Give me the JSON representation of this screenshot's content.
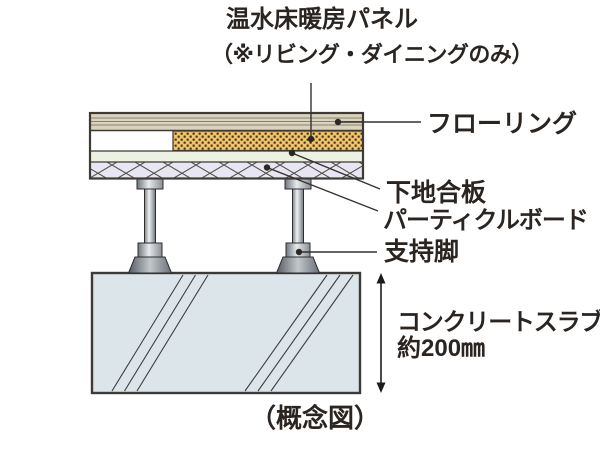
{
  "annotations": {
    "heating_panel": {
      "line1": "温水床暖房パネル",
      "line2": "（※リビング・ダイニングのみ）"
    },
    "flooring": "フローリング",
    "base_plywood": "下地合板",
    "particle_board": "パーティクルボード",
    "support_leg": "支持脚",
    "concrete_slab": "コンクリートスラブ",
    "slab_thickness": "約200㎜",
    "caption": "（概念図）"
  },
  "colors": {
    "background": "#ffffff",
    "text": "#2b2521",
    "outline": "#3e3a35",
    "flooring": "#d9d2bc",
    "flooring_stripe": "#8a8172",
    "heating_panel": "#f2c466",
    "heating_panel_dot": "#3a3024",
    "heating_panel_empty": "#ffffff",
    "base_plywood": "#ecf2e2",
    "particle_board": "#e8e6f3",
    "hatch_line": "#55504a",
    "concrete_slab": "#dbe5ea",
    "leader_line": "#35312d"
  }
}
